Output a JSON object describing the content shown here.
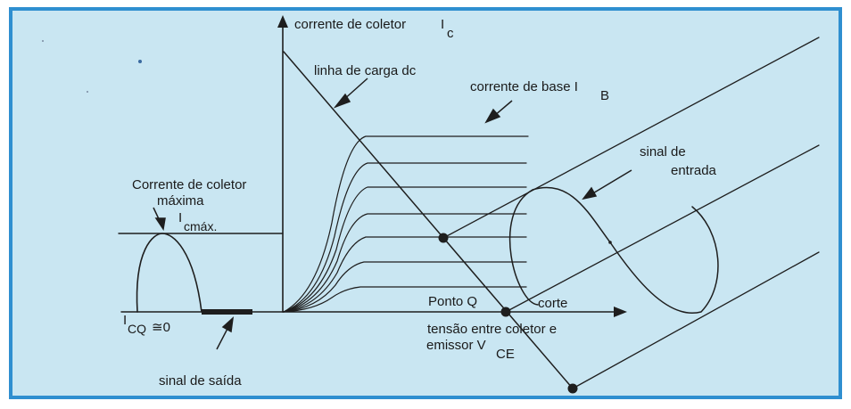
{
  "colors": {
    "paper": "#c9e6f2",
    "border": "#2f8fd0",
    "ink": "#1e1e1e"
  },
  "labels": {
    "ic_axis": "corrente de coletor",
    "ic_symbol": "I",
    "ic_sub": "c",
    "load_line": "linha de carga dc",
    "base_current": "corrente de base I",
    "base_sub": "B",
    "input_signal_1": "sinal de",
    "input_signal_2": "entrada",
    "max_current_1": "Corrente de coletor",
    "max_current_2": "máxima",
    "icmax_symbol": "I",
    "icmax_sub": "cmáx.",
    "q_point": "Ponto Q",
    "cutoff": "corte",
    "icq_symbol": "I",
    "icq_sub": "CQ",
    "icq_value": "≅0",
    "vce_1": "tensão entre coletor e",
    "vce_2": "emissor V",
    "vce_sub": "CE",
    "output_signal": "sinal de saída"
  }
}
